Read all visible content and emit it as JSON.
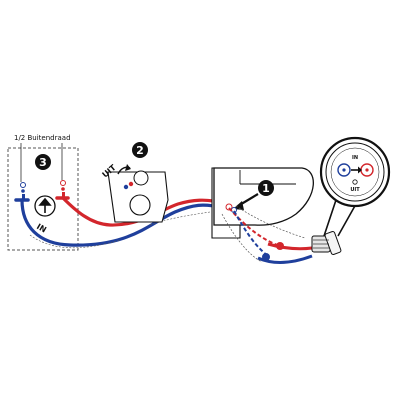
{
  "diagram": {
    "thread_label": "1/2 Buitendraad",
    "step_badges": [
      "3",
      "2",
      "1"
    ],
    "out_label": "UIT",
    "in_label": "IN",
    "inset_in_label": "IN",
    "inset_out_label": "UIT"
  },
  "colors": {
    "hot": "#d3262c",
    "cold": "#1f3f9c",
    "ink": "#111111",
    "dash": "#555555"
  }
}
